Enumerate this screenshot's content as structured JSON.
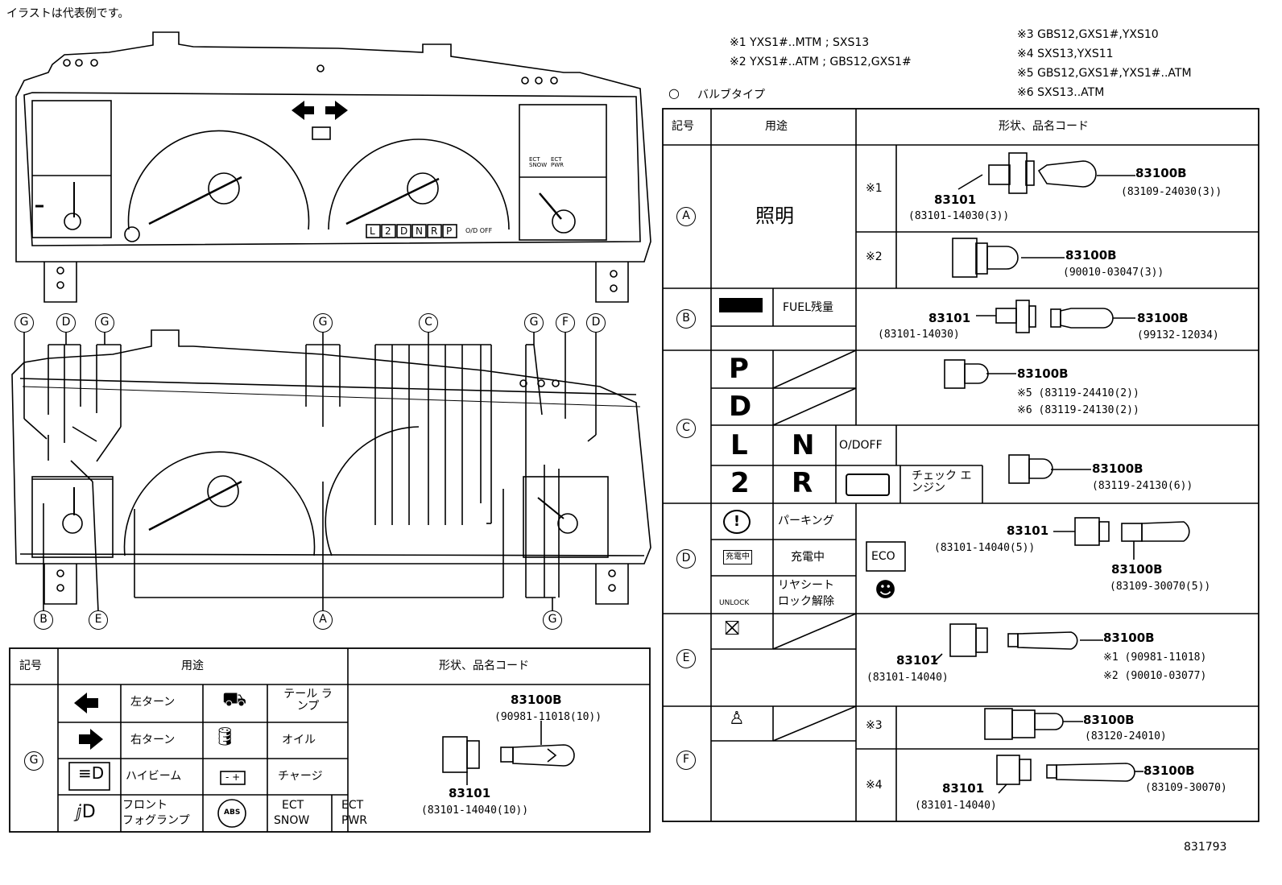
{
  "note_top": "イラストは代表例です。",
  "notes_col1": [
    "※1 YXS1#..MTM ; SXS13",
    "※2 YXS1#..ATM ; GBS12,GXS1#"
  ],
  "notes_col2": [
    "※3 GBS12,GXS1#,YXS10",
    "※4 SXS13,YXS11",
    "※5 GBS12,GXS1#,YXS1#..ATM",
    "※6 SXS13..ATM"
  ],
  "bulb_title": "バルブタイプ",
  "bulb_title_mark": "○",
  "headers": {
    "code": "記号",
    "use": "用途",
    "shape": "形状、品名コード"
  },
  "cluster_labels": {
    "gear": [
      "L",
      "2",
      "D",
      "N",
      "R",
      "P"
    ],
    "od": "O/D OFF",
    "ect1": "ECT SNOW",
    "ect2": "ECT PWR"
  },
  "callouts": {
    "top": [
      "G",
      "D",
      "G",
      "G",
      "C",
      "G",
      "F",
      "D"
    ],
    "bottom": [
      "B",
      "E",
      "A",
      "G"
    ]
  },
  "rowA": {
    "code": "A",
    "use": "照明",
    "m1": "※1",
    "m1_p1": "83101",
    "m1_p1c": "(83101-14030(3))",
    "m1_p2": "83100B",
    "m1_p2c": "(83109-24030(3))",
    "m2": "※2",
    "m2_p2": "83100B",
    "m2_p2c": "(90010-03047(3))"
  },
  "rowB": {
    "code": "B",
    "use": "FUEL残量",
    "p1": "83101",
    "p1c": "(83101-14030)",
    "p2": "83100B",
    "p2c": "(99132-12034)"
  },
  "rowC": {
    "code": "C",
    "l1": "P",
    "l2": "D",
    "l3": "L",
    "l4": "N",
    "l5": "O/DOFF",
    "l6": "2",
    "l7": "R",
    "l8": "チェック エンジン",
    "p_a": "83100B",
    "p_a1": "※5 (83119-24410(2))",
    "p_a2": "※6 (83119-24130(2))",
    "p_b": "83100B",
    "p_bc": "(83119-24130(6))"
  },
  "rowD": {
    "code": "D",
    "u1": "パーキング",
    "u2": "充電中",
    "u3a": "リヤシート",
    "u3b": "ロック解除",
    "eco": "ECO",
    "unlock": "UNLOCK",
    "chg_icon": "充電中",
    "p1": "83101",
    "p1c": "(83101-14040(5))",
    "p2": "83100B",
    "p2c": "(83109-30070(5))"
  },
  "rowE": {
    "code": "E",
    "p1": "83101",
    "p1c": "(83101-14040)",
    "p2": "83100B",
    "p2a": "※1 (90981-11018)",
    "p2b": "※2 (90010-03077)"
  },
  "rowF": {
    "code": "F",
    "m3": "※3",
    "m3_p": "83100B",
    "m3_pc": "(83120-24010)",
    "m4": "※4",
    "m4_p1": "83101",
    "m4_p1c": "(83101-14040)",
    "m4_p2": "83100B",
    "m4_p2c": "(83109-30070)"
  },
  "rowG": {
    "code": "G",
    "u1": "左ターン",
    "u2": "テール ランプ",
    "u3": "右ターン",
    "u4": "オイル",
    "u5": "ハイビーム",
    "u6": "チャージ",
    "u7a": "フロント",
    "u7b": "フォグランプ",
    "abs": "ABS",
    "ect_snow_a": "ECT",
    "ect_snow_b": "SNOW",
    "ect_pwr_a": "ECT",
    "ect_pwr_b": "PWR",
    "p1": "83101",
    "p1c": "(83101-14040(10))",
    "p2": "83100B",
    "p2c": "(90981-11018(10))"
  },
  "doc_id": "831793"
}
